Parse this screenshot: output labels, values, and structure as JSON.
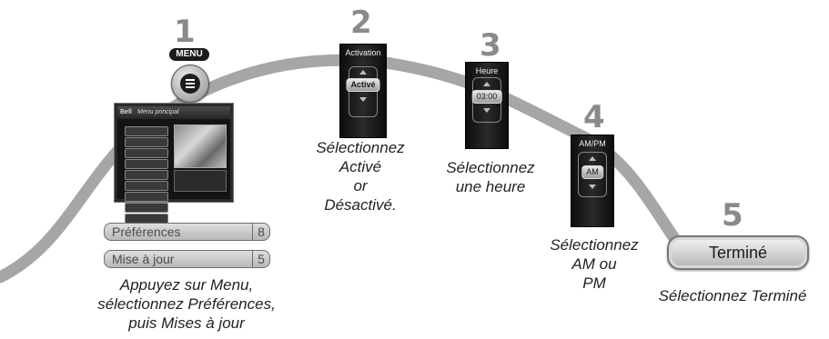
{
  "steps": [
    {
      "number": "1",
      "caption": [
        "Appuyez sur Menu,",
        "sélectionnez Préférences,",
        "puis Mises à jour"
      ]
    },
    {
      "number": "2",
      "caption": [
        "Sélectionnez",
        "Activé",
        "or",
        "Désactivé."
      ]
    },
    {
      "number": "3",
      "caption": [
        "Sélectionnez",
        "une heure"
      ]
    },
    {
      "number": "4",
      "caption": [
        "Sélectionnez",
        "AM ou",
        "PM"
      ]
    },
    {
      "number": "5",
      "caption": [
        "Sélectionnez Terminé"
      ]
    }
  ],
  "remote": {
    "menu_label": "MENU",
    "icon": "menu-button-icon"
  },
  "tv_screen": {
    "title": "Menu principal",
    "logo": "Bell"
  },
  "menu_items": [
    {
      "label": "Préférences",
      "number": "8"
    },
    {
      "label": "Mise à jour",
      "number": "5"
    }
  ],
  "panels": {
    "activation": {
      "title": "Activation",
      "value": "Activé"
    },
    "heure": {
      "title": "Heure",
      "value": "03:00"
    },
    "ampm": {
      "title": "AM/PM",
      "value": "AM"
    }
  },
  "done_button": {
    "label": "Terminé"
  },
  "colors": {
    "curve": "#a6a6a6",
    "step_number": "#8a8a8a",
    "panel_bg": "#1a1a1a"
  }
}
